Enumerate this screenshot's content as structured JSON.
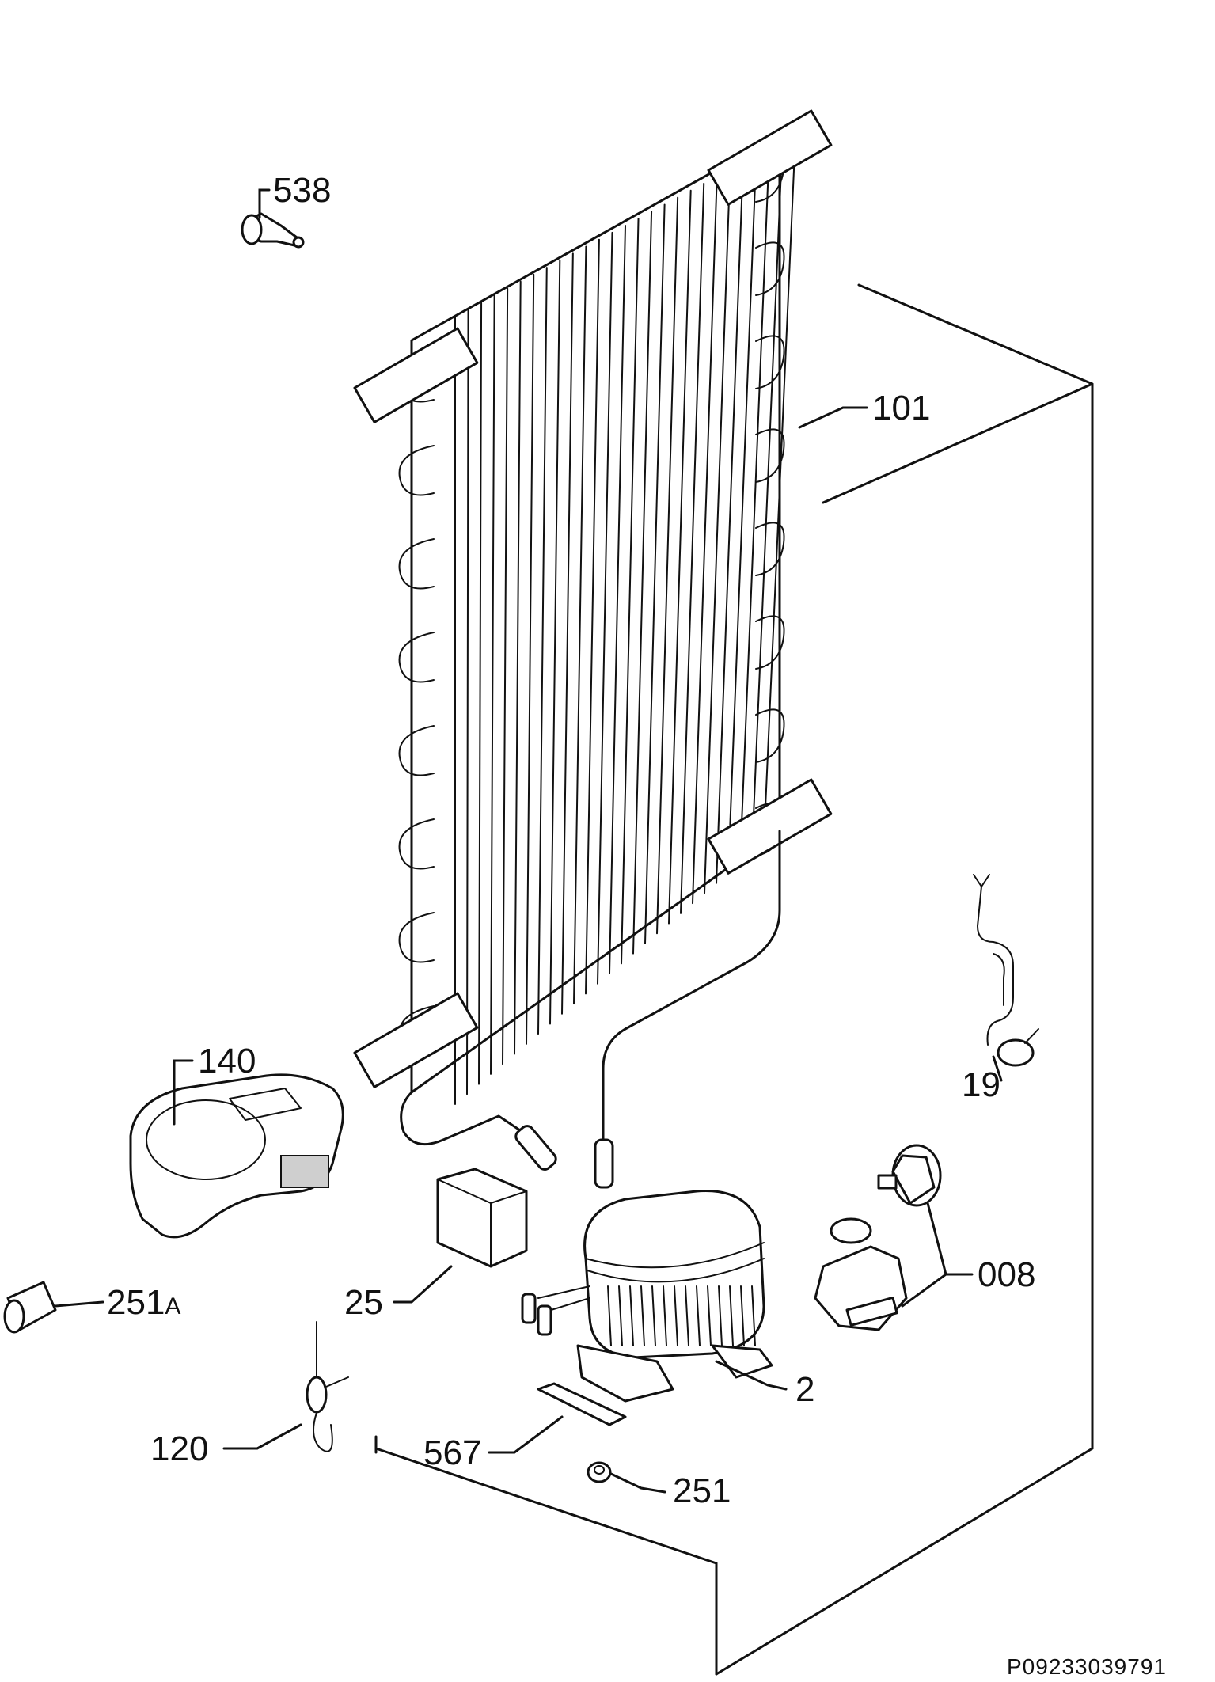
{
  "parts": [
    {
      "id": "538",
      "label": "538"
    },
    {
      "id": "101",
      "label": "101"
    },
    {
      "id": "140",
      "label": "140"
    },
    {
      "id": "19",
      "label": "19"
    },
    {
      "id": "251A",
      "label": "251",
      "suffix": "A"
    },
    {
      "id": "25",
      "label": "25"
    },
    {
      "id": "008",
      "label": "008"
    },
    {
      "id": "2",
      "label": "2"
    },
    {
      "id": "120",
      "label": "120"
    },
    {
      "id": "567",
      "label": "567"
    },
    {
      "id": "251",
      "label": "251"
    }
  ],
  "document_number": "P09233039791"
}
